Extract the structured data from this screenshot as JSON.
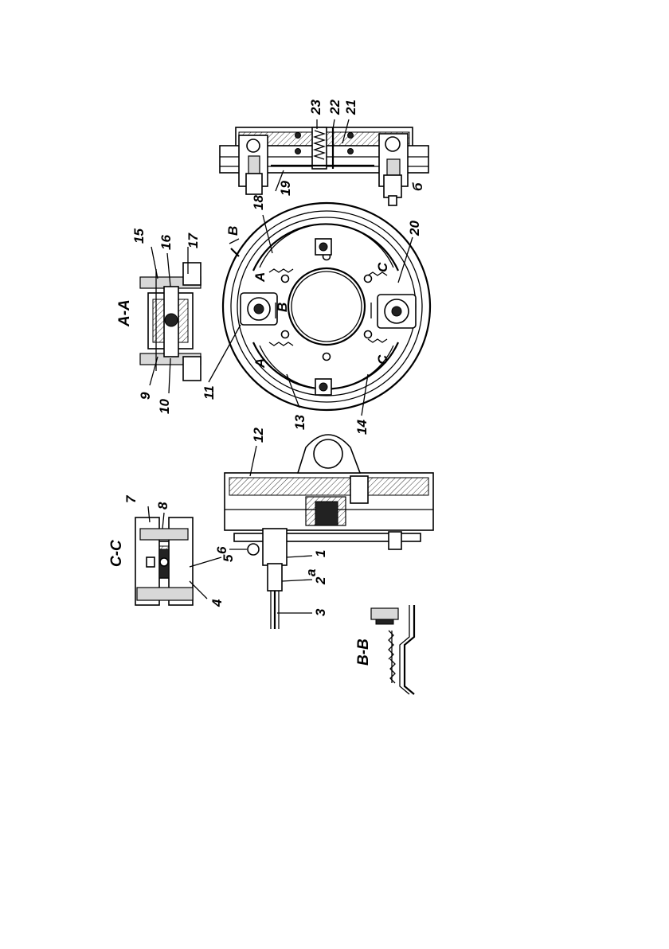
{
  "sections": {
    "cc": "C-C",
    "aa": "A-A",
    "bb": "B-B"
  },
  "view_labels": {
    "a": "а",
    "b": "б"
  },
  "arrow_label": "B",
  "marks": {
    "a_top": "A",
    "a_bottom": "A",
    "b_mark": "B",
    "c_top": "C",
    "c_bottom": "C"
  },
  "callouts": {
    "n1": "1",
    "n2": "2",
    "n3": "3",
    "n4": "4",
    "n5": "5",
    "n6": "6",
    "n7": "7",
    "n8": "8",
    "n9": "9",
    "n10": "10",
    "n11": "11",
    "n12": "12",
    "n13": "13",
    "n14": "14",
    "n15": "15",
    "n16": "16",
    "n17": "17",
    "n18": "18",
    "n19": "19",
    "n20": "20",
    "n21": "21",
    "n22": "22",
    "n23": "23"
  }
}
